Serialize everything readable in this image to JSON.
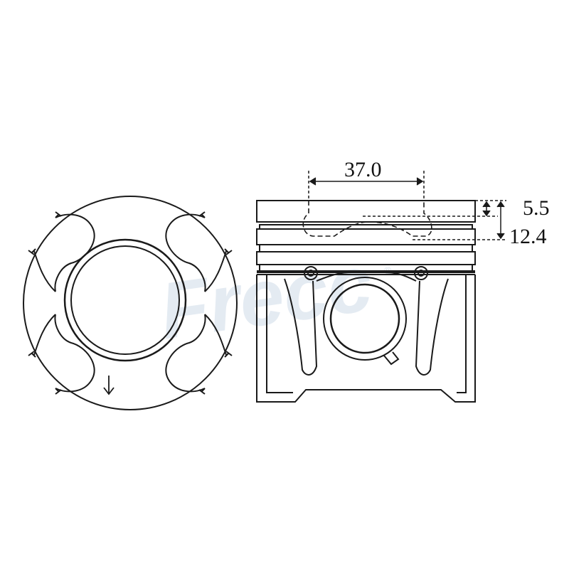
{
  "watermark": {
    "brand_text": "Frecc",
    "registered_mark": "®",
    "color": "#cfdbe8"
  },
  "line_color": "#1a1a1a",
  "background": "#ffffff",
  "top_view": {
    "direction_arrow_icon": "down-arrow-icon"
  },
  "side_view": {
    "dimensions": {
      "bowl_diameter": "37.0",
      "bowl_depth": "5.5",
      "compression_height": "12.4"
    }
  }
}
